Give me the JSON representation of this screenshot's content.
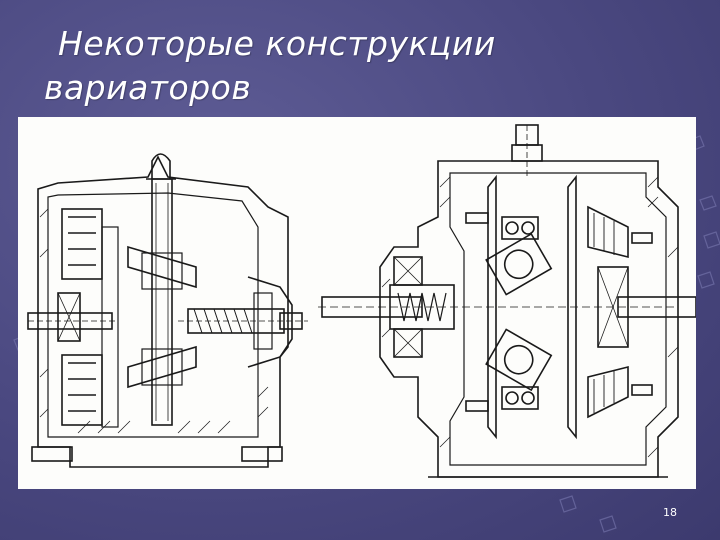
{
  "slide": {
    "title_line1": "Некоторые конструкции",
    "title_line2": "вариаторов",
    "slide_number": "18"
  },
  "colors": {
    "background": "#4a4880",
    "drawing_ink": "#1a1a1a",
    "paper": "#fdfdfb"
  },
  "image": {
    "description_icon": "mechanical-drawing"
  }
}
